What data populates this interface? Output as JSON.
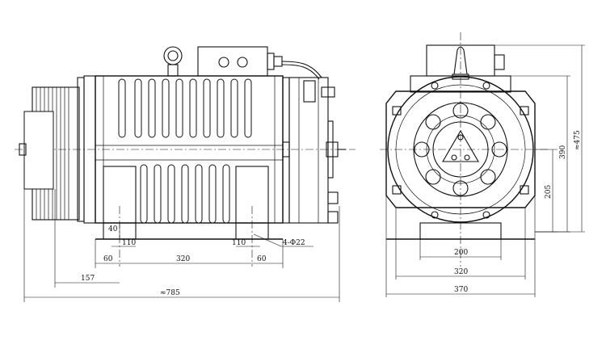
{
  "title": "",
  "dimensions": {
    "front": {
      "d40": "40",
      "d110_left": "110",
      "d60_left": "60",
      "d320": "320",
      "d110_right": "110",
      "d60_right": "60",
      "d157": "157",
      "d785": "≈785",
      "holes": "4-Φ22"
    },
    "side": {
      "d200": "200",
      "d320": "320",
      "d370": "370",
      "d205": "205",
      "d390": "390",
      "d475": "≈475"
    }
  }
}
